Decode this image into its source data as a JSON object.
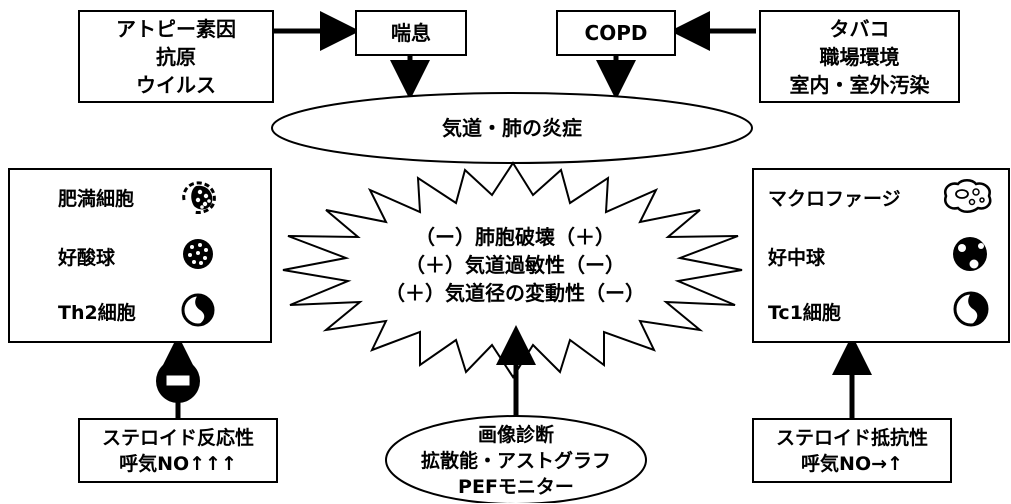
{
  "top_left_box": {
    "lines": [
      "アトピー素因",
      "抗原",
      "ウイルス"
    ]
  },
  "asthma_box": {
    "label": "喘息"
  },
  "copd_box": {
    "label": "COPD"
  },
  "top_right_box": {
    "lines": [
      "タバコ",
      "職場環境",
      "室内・室外汚染"
    ]
  },
  "inflammation_ellipse": {
    "label": "気道・肺の炎症"
  },
  "left_cells": {
    "items": [
      "肥満細胞",
      "好酸球",
      "Th2細胞"
    ]
  },
  "right_cells": {
    "items": [
      "マクロファージ",
      "好中球",
      "Tc1細胞"
    ]
  },
  "center_burst": {
    "lines": [
      "（ー）肺胞破壊（＋）",
      "（＋）気道過敏性（ー）",
      "（＋）気道径の変動性（ー）"
    ]
  },
  "bottom_left_box": {
    "lines": [
      "ステロイド反応性",
      "呼気NO↑↑↑"
    ]
  },
  "bottom_center_ellipse": {
    "lines": [
      "画像診断",
      "拡散能・アストグラフ",
      "PEFモニター"
    ]
  },
  "bottom_right_box": {
    "lines": [
      "ステロイド抵抗性",
      "呼気NO→↑"
    ]
  },
  "inhibit_symbol": {
    "label": "−"
  }
}
